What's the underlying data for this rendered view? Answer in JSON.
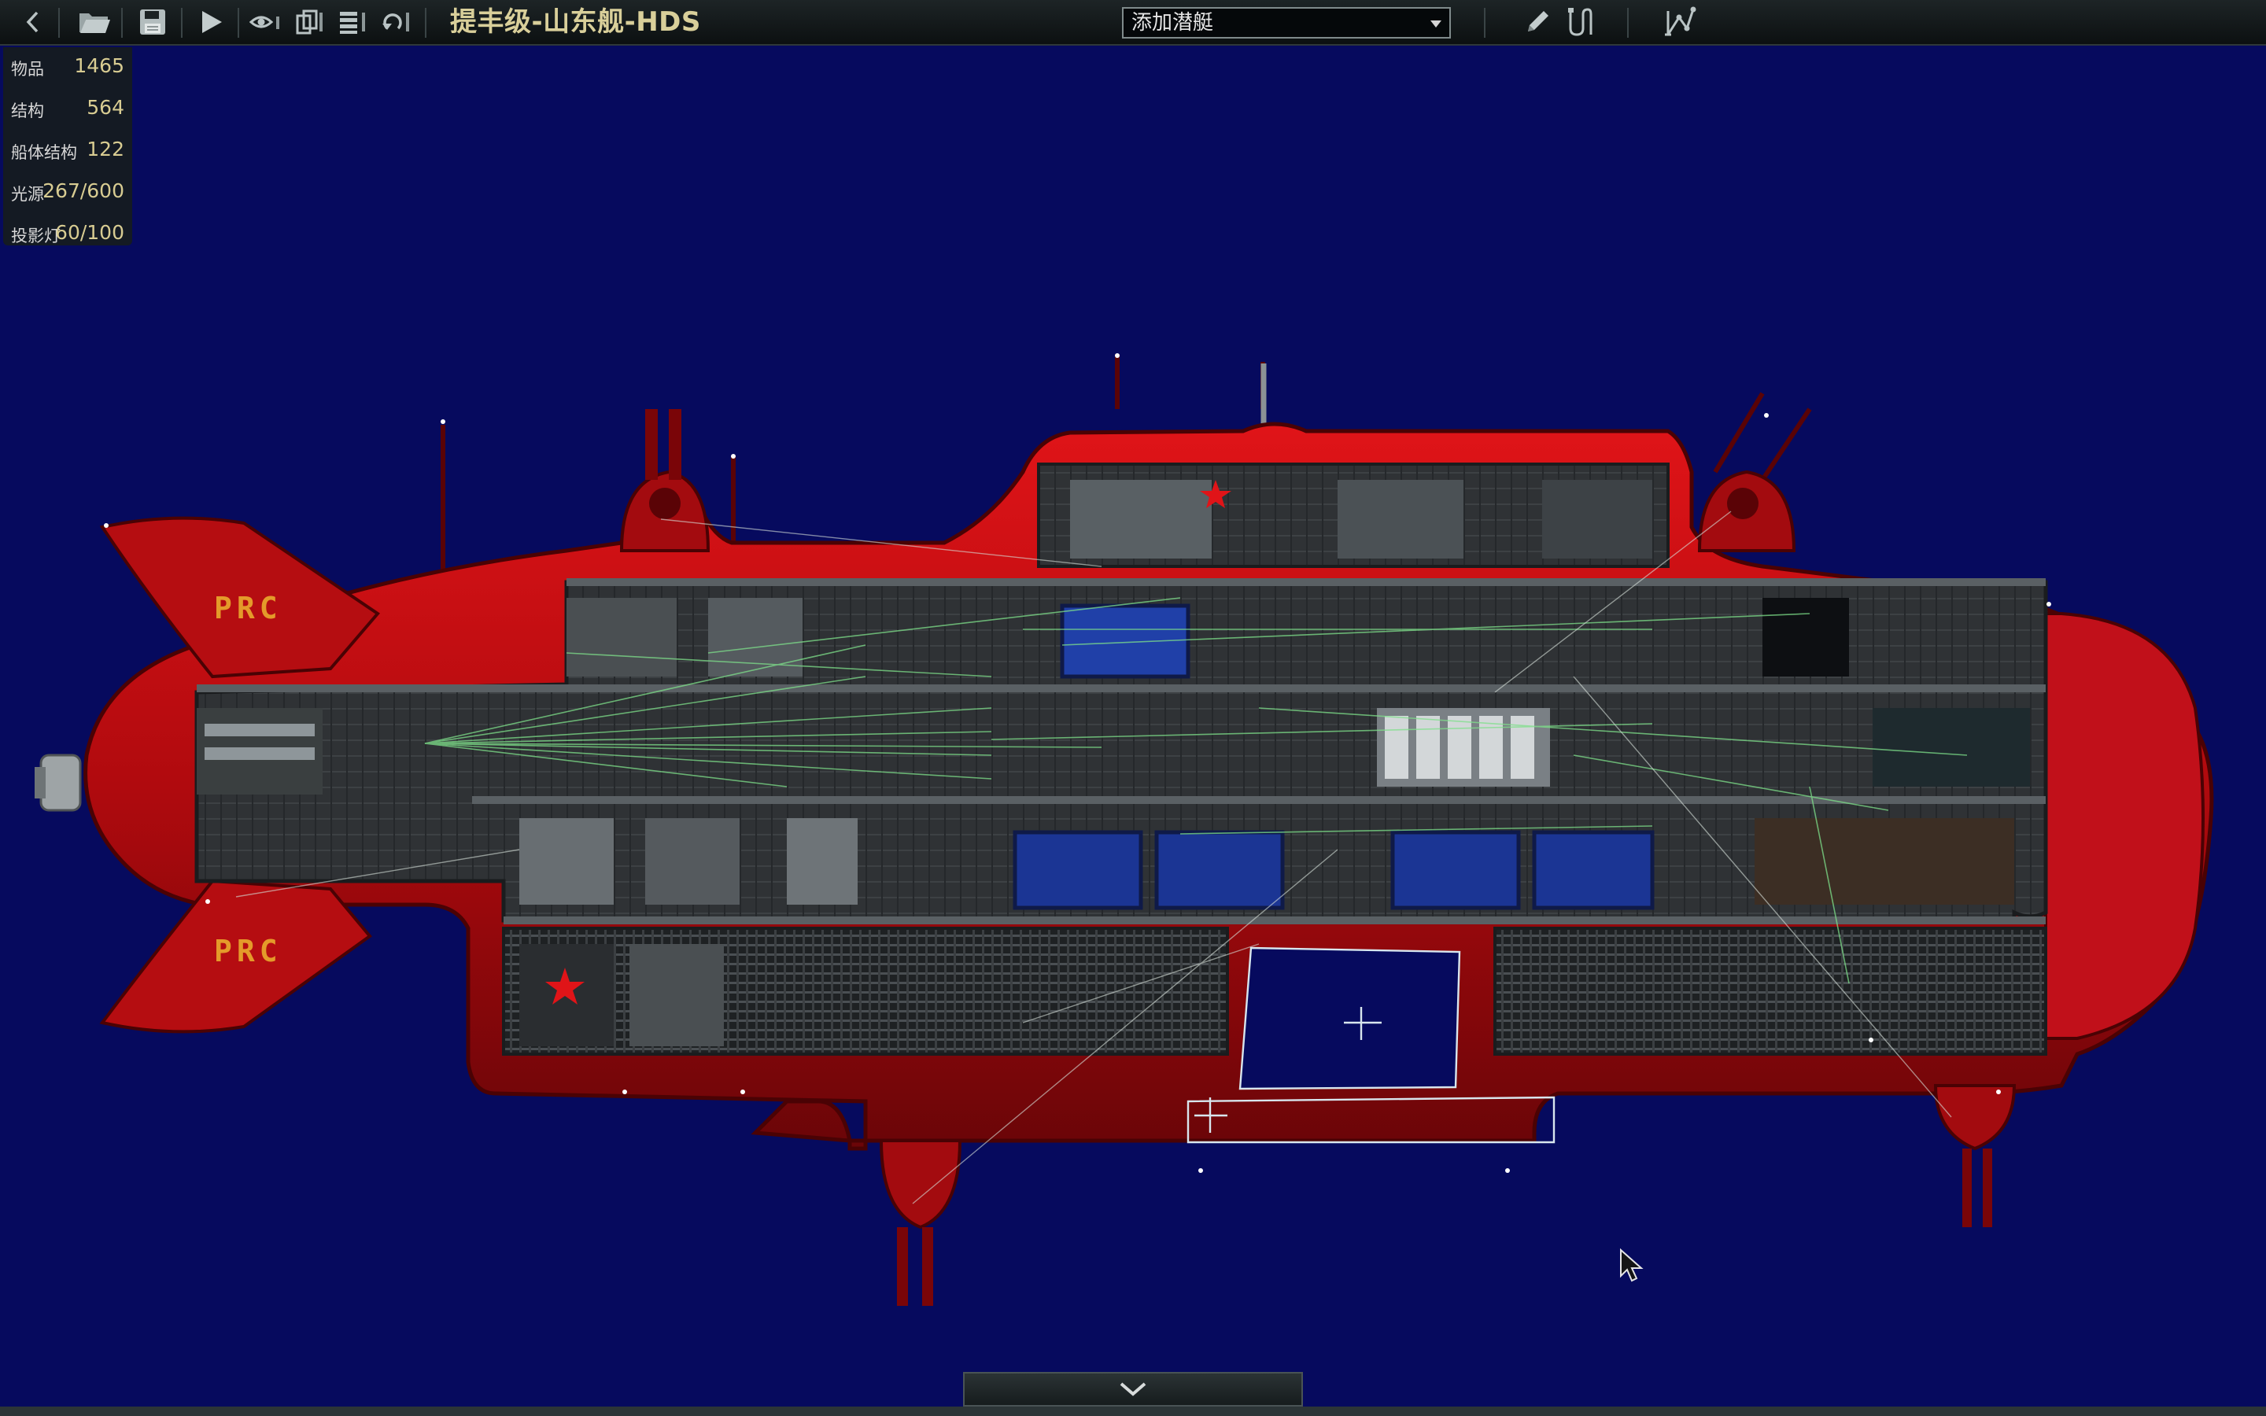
{
  "toolbar": {
    "buttons": [
      {
        "name": "back-button",
        "icon": "chevron-left-icon"
      },
      {
        "name": "open-button",
        "icon": "folder-open-icon"
      },
      {
        "name": "save-button",
        "icon": "floppy-disk-icon"
      },
      {
        "name": "test-button",
        "icon": "play-icon"
      },
      {
        "name": "visibility-button",
        "icon": "eye-icon"
      },
      {
        "name": "layers-button",
        "icon": "layers-icon"
      },
      {
        "name": "entity-list-button",
        "icon": "list-icon"
      },
      {
        "name": "undo-button",
        "icon": "undo-icon"
      }
    ],
    "title": "提丰级-山东舰-HDS",
    "add_sub": {
      "selected": "添加潜艇"
    },
    "right_tools": [
      {
        "name": "pencil-tool-button",
        "icon": "pencil-icon"
      },
      {
        "name": "wiring-tool-button",
        "icon": "wire-icon"
      },
      {
        "name": "waypoint-tool-button",
        "icon": "waypoint-graph-icon"
      }
    ]
  },
  "stats": [
    {
      "label": "物品",
      "value": "1465"
    },
    {
      "label": "结构",
      "value": "564"
    },
    {
      "label": "船体结构",
      "value": "122"
    },
    {
      "label": "光源",
      "value": "267/600"
    },
    {
      "label": "投影灯",
      "value": "60/100"
    }
  ],
  "hull": {
    "fin_text_top": "PRC",
    "fin_text_bottom": "PRC"
  },
  "colors": {
    "background": "#060a5e",
    "hull_red": "#c40c10",
    "hull_dark": "#5a0306",
    "interior": "#2a2d30",
    "accent_text": "#d9cf9a",
    "wire_green": "#7ee08a",
    "window_blue": "#1a2f8a"
  },
  "bottom": {
    "toggle_icon": "chevron-down-icon"
  }
}
